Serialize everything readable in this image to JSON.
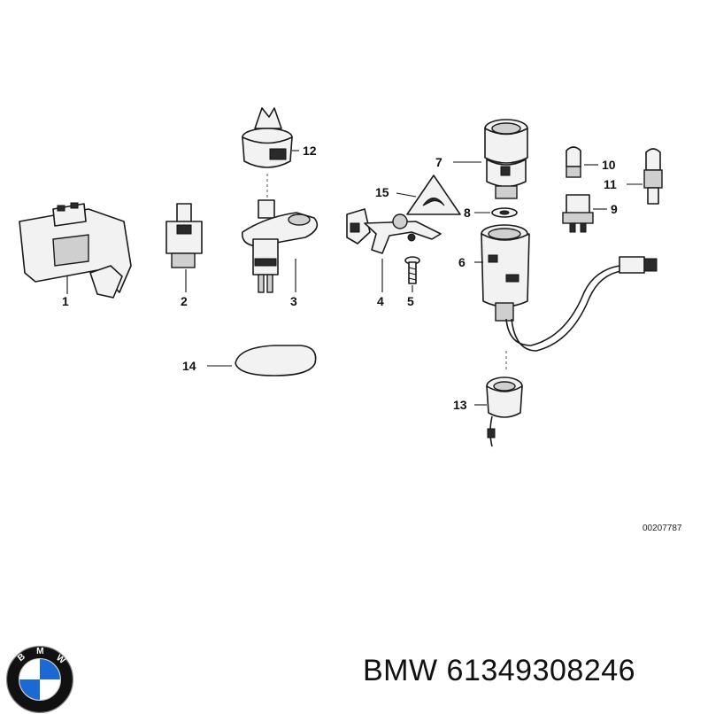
{
  "callouts": {
    "c1": "1",
    "c2": "2",
    "c3": "3",
    "c4": "4",
    "c5": "5",
    "c6": "6",
    "c7": "7",
    "c8": "8",
    "c9": "9",
    "c10": "10",
    "c11": "11",
    "c12": "12",
    "c13": "13",
    "c14": "14",
    "c15": "15"
  },
  "diagram_ref": "00207787",
  "footer": {
    "brand": "BMW",
    "part_number": "61349308246",
    "text": "BMW 61349308246"
  },
  "logo": {
    "text": "BMW",
    "colors": {
      "ring": "#111111",
      "blue": "#1c69d4",
      "white": "#ffffff"
    }
  }
}
